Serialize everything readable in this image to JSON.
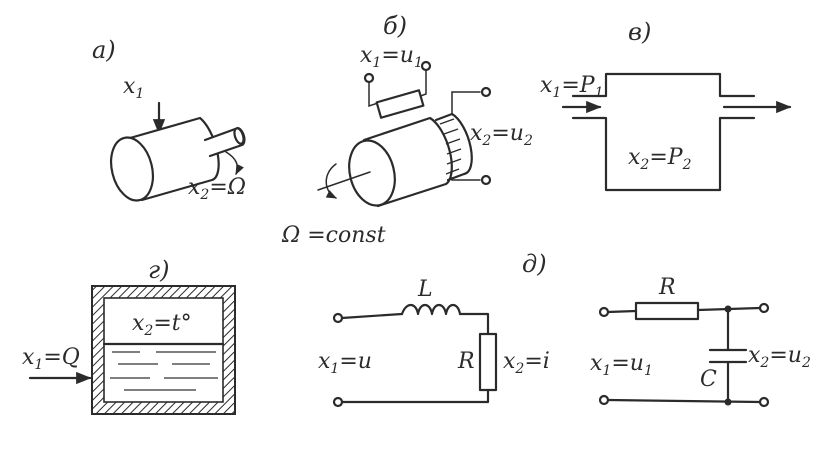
{
  "panels": {
    "a": {
      "letter": "а)",
      "input": {
        "base": "x",
        "sub": "1"
      },
      "output": {
        "base": "x",
        "sub": "2",
        "rhs": "=Ω"
      }
    },
    "b": {
      "letter": "б)",
      "input": {
        "base": "x",
        "sub": "1",
        "rhs": "=u",
        "rhs_sub": "1"
      },
      "output": {
        "base": "x",
        "sub": "2",
        "rhs": "=u",
        "rhs_sub": "2"
      },
      "speed": "Ω =const"
    },
    "v": {
      "letter": "в)",
      "input": {
        "base": "x",
        "sub": "1",
        "rhs": "=P",
        "rhs_sub": "1"
      },
      "output": {
        "base": "x",
        "sub": "2",
        "rhs": "=P",
        "rhs_sub": "2"
      }
    },
    "g": {
      "letter": "г)",
      "input": {
        "base": "x",
        "sub": "1",
        "rhs": "=Q"
      },
      "output": {
        "base": "x",
        "sub": "2",
        "rhs": "=t°"
      }
    },
    "d": {
      "letter": "д)",
      "rl": {
        "inductor": "L",
        "resistor": "R",
        "input": {
          "base": "x",
          "sub": "1",
          "rhs": "=u"
        },
        "output": {
          "base": "x",
          "sub": "2",
          "rhs": "=i"
        }
      },
      "rc": {
        "resistor": "R",
        "capacitor": "C",
        "input": {
          "base": "x",
          "sub": "1",
          "rhs": "=u",
          "rhs_sub": "1"
        },
        "output": {
          "base": "x",
          "sub": "2",
          "rhs": "=u",
          "rhs_sub": "2"
        }
      }
    }
  }
}
